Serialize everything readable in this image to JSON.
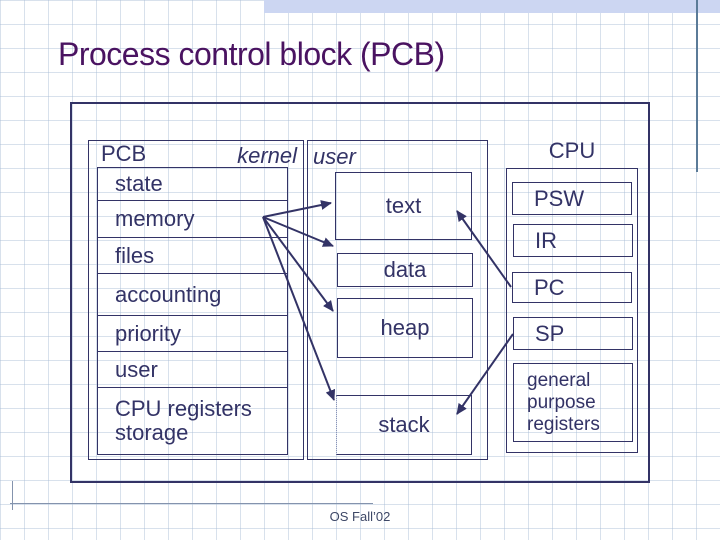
{
  "slide": {
    "title": "Process control block (PCB)",
    "footer_text": "OS Fall’02"
  },
  "colors": {
    "title": "#4a1361",
    "diagram": "#333366",
    "top_band": "#ccd6f2",
    "edge_line": "#5b7b98",
    "footer_rule": "#8493ad",
    "footer_text": "#3d4766"
  },
  "diagram": {
    "pcb_label": "PCB",
    "kernel_label": "kernel",
    "user_label": "user",
    "cpu_label": "CPU",
    "pcb_rows": [
      "state",
      "memory",
      "files",
      "accounting",
      "priority",
      "user",
      "CPU registers storage"
    ],
    "memory_boxes": [
      "text",
      "data",
      "heap",
      "stack"
    ],
    "cpu_registers": [
      "PSW",
      "IR",
      "PC",
      "SP",
      "general purpose registers"
    ],
    "edges": [
      {
        "from": "PCB memory",
        "to": "text"
      },
      {
        "from": "PCB memory",
        "to": "data"
      },
      {
        "from": "PCB memory",
        "to": "heap"
      },
      {
        "from": "PCB memory",
        "to": "stack"
      },
      {
        "from": "PC",
        "to": "text"
      },
      {
        "from": "SP",
        "to": "stack"
      }
    ]
  }
}
